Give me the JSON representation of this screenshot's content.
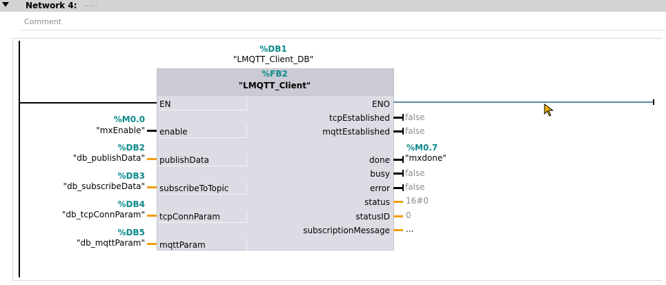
{
  "network": {
    "title": "Network 4:",
    "dots": ".....",
    "comment_placeholder": "Comment"
  },
  "block": {
    "instance_address": "%DB1",
    "instance_name": "\"LMQTT_Client_DB\"",
    "fb_address": "%FB2",
    "fb_name": "\"LMQTT_Client\""
  },
  "inputs": [
    {
      "pin": "EN",
      "address": "",
      "operand": ""
    },
    {
      "pin": "enable",
      "address": "%M0.0",
      "operand": "\"mxEnable\""
    },
    {
      "pin": "publishData",
      "address": "%DB2",
      "operand": "\"db_publishData\""
    },
    {
      "pin": "subscribeToTopic",
      "address": "%DB3",
      "operand": "\"db_subscribeData\""
    },
    {
      "pin": "tcpConnParam",
      "address": "%DB4",
      "operand": "\"db_tcpConnParam\""
    },
    {
      "pin": "mqttParam",
      "address": "%DB5",
      "operand": "\"db_mqttParam\""
    }
  ],
  "outputs": [
    {
      "pin": "ENO",
      "address": "",
      "value": ""
    },
    {
      "pin": "tcpEstablished",
      "address": "",
      "value": "false"
    },
    {
      "pin": "mqttEstablished",
      "address": "",
      "value": "false"
    },
    {
      "pin": "done",
      "address": "%M0.7",
      "value": "\"mxdone\""
    },
    {
      "pin": "busy",
      "address": "",
      "value": "false"
    },
    {
      "pin": "error",
      "address": "",
      "value": "false"
    },
    {
      "pin": "status",
      "address": "",
      "value": "16#0"
    },
    {
      "pin": "statusID",
      "address": "",
      "value": "0"
    },
    {
      "pin": "subscriptionMessage",
      "address": "",
      "value": "..."
    }
  ],
  "colors": {
    "address": "#0f8a8a",
    "block_body": "#dcdde4",
    "block_header": "#cacbd4",
    "struct_wire": "#f39c12",
    "bool_wire": "#000000",
    "eno_wire": "#5f8aa3"
  }
}
